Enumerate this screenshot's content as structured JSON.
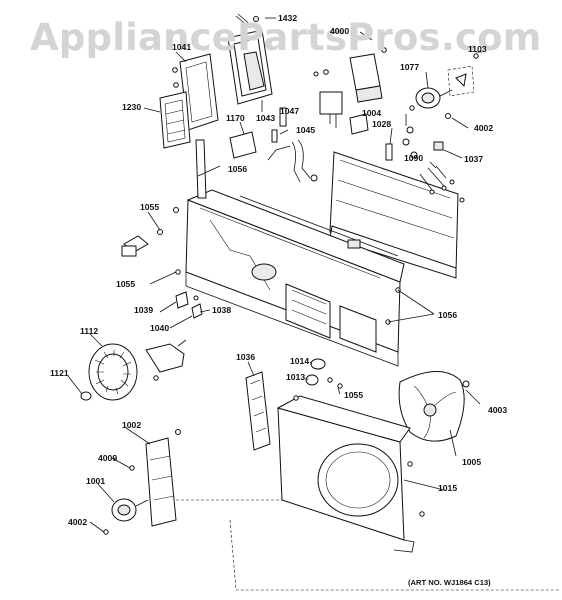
{
  "watermark": "AppliancePartsPros.com",
  "art_number": "(ART NO. WJ1864 C13)",
  "callouts": [
    {
      "id": "1432",
      "label": "1432"
    },
    {
      "id": "4000",
      "label": "4000"
    },
    {
      "id": "1103",
      "label": "1103"
    },
    {
      "id": "1041",
      "label": "1041"
    },
    {
      "id": "1077",
      "label": "1077"
    },
    {
      "id": "1230",
      "label": "1230"
    },
    {
      "id": "1043",
      "label": "1043"
    },
    {
      "id": "1047",
      "label": "1047"
    },
    {
      "id": "1004",
      "label": "1004"
    },
    {
      "id": "4002a",
      "label": "4002"
    },
    {
      "id": "1170",
      "label": "1170"
    },
    {
      "id": "1045",
      "label": "1045"
    },
    {
      "id": "1028",
      "label": "1028"
    },
    {
      "id": "1037",
      "label": "1037"
    },
    {
      "id": "1090",
      "label": "1090"
    },
    {
      "id": "1056a",
      "label": "1056"
    },
    {
      "id": "1055a",
      "label": "1055"
    },
    {
      "id": "1055b",
      "label": "1055"
    },
    {
      "id": "1039",
      "label": "1039"
    },
    {
      "id": "1038",
      "label": "1038"
    },
    {
      "id": "1040",
      "label": "1040"
    },
    {
      "id": "1056b",
      "label": "1056"
    },
    {
      "id": "1112",
      "label": "1112"
    },
    {
      "id": "1036",
      "label": "1036"
    },
    {
      "id": "1014",
      "label": "1014"
    },
    {
      "id": "1013",
      "label": "1013"
    },
    {
      "id": "1055c",
      "label": "1055"
    },
    {
      "id": "1121",
      "label": "1121"
    },
    {
      "id": "4003",
      "label": "4003"
    },
    {
      "id": "1002",
      "label": "1002"
    },
    {
      "id": "4009",
      "label": "4009"
    },
    {
      "id": "1005",
      "label": "1005"
    },
    {
      "id": "1001",
      "label": "1001"
    },
    {
      "id": "1015",
      "label": "1015"
    },
    {
      "id": "4002b",
      "label": "4002"
    }
  ]
}
